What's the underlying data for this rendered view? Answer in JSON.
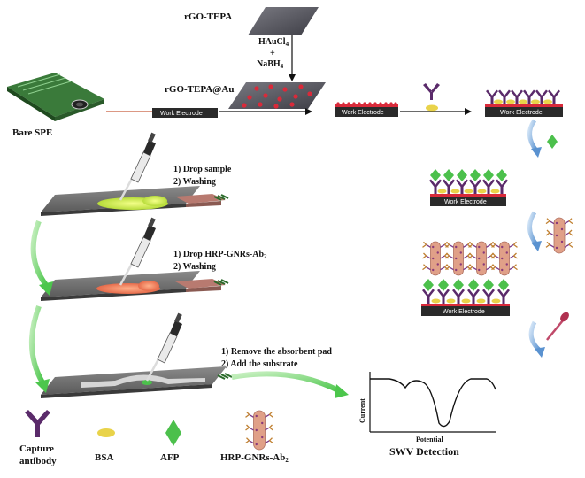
{
  "labels": {
    "rgo_tepa": "rGO-TEPA",
    "haucl4": "HAuCl",
    "haucl4_sub": "4",
    "plus": "+",
    "nabh4": "NaBH",
    "nabh4_sub": "4",
    "rgo_tepa_au": "rGO-TEPA@Au",
    "bare_spe": "Bare SPE",
    "work_electrode": "Work Electrode"
  },
  "steps": {
    "step1_line1": "1) Drop sample",
    "step1_line2": "2) Washing",
    "step2_line1": "1) Drop HRP-GNRs-Ab",
    "step2_line1_sub": "2",
    "step2_line2": "2) Washing",
    "step3_line1": "1) Remove the absorbent pad",
    "step3_line2": "2) Add the substrate"
  },
  "swv": {
    "ylabel": "Current",
    "xlabel": "Potential",
    "title": "SWV Detection"
  },
  "legend": {
    "capture_l1": "Capture",
    "capture_l2": "antibody",
    "bsa": "BSA",
    "afp": "AFP",
    "hrp": "HRP-GNRs-Ab",
    "hrp_sub": "2"
  },
  "colors": {
    "antibody": "#5a2a6a",
    "bsa": "#e9d34a",
    "afp": "#4cc04c",
    "gnr": "#e0a088",
    "au": "#d92a3a",
    "strip": "#6f6f6f",
    "pad": "#b87a70",
    "green_arrow": "#6cd06c",
    "blue_arrow": "#6a9fd6"
  }
}
